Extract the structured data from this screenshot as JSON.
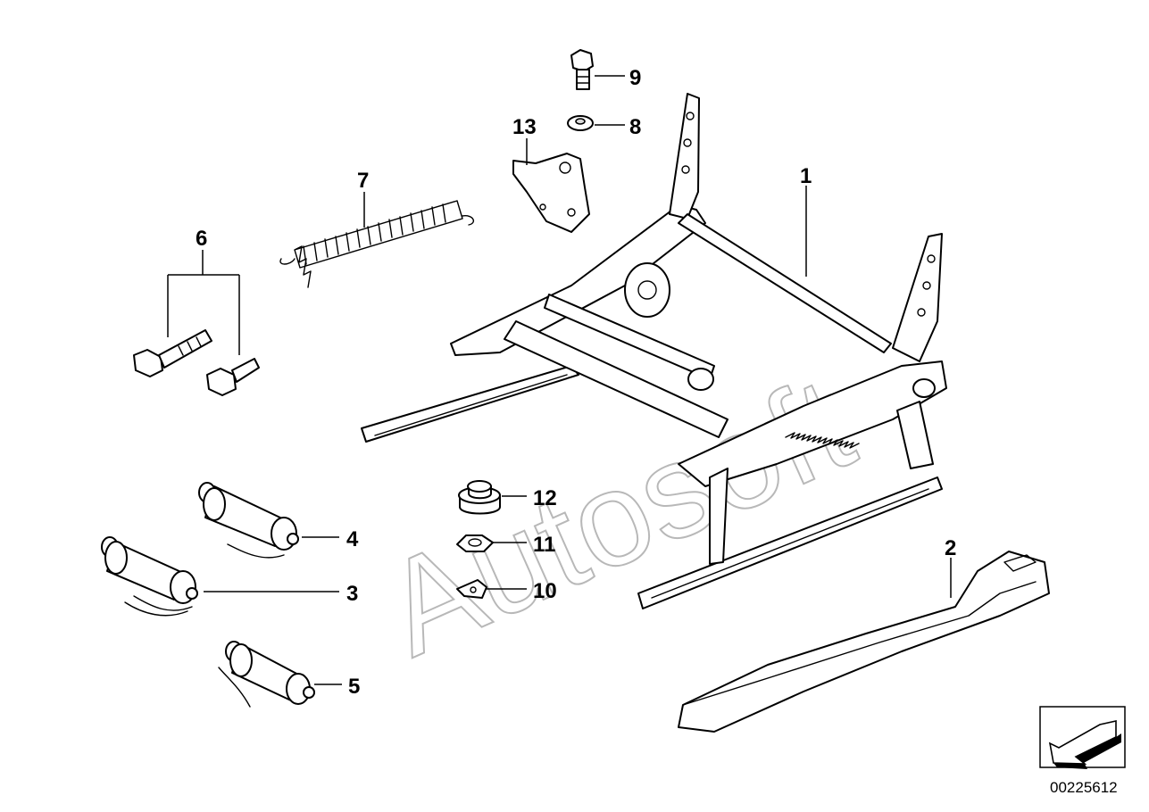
{
  "callouts": [
    {
      "id": "c1",
      "label": "1"
    },
    {
      "id": "c2",
      "label": "2"
    },
    {
      "id": "c3",
      "label": "3"
    },
    {
      "id": "c4",
      "label": "4"
    },
    {
      "id": "c5",
      "label": "5"
    },
    {
      "id": "c6",
      "label": "6"
    },
    {
      "id": "c7",
      "label": "7"
    },
    {
      "id": "c8",
      "label": "8"
    },
    {
      "id": "c9",
      "label": "9"
    },
    {
      "id": "c10",
      "label": "10"
    },
    {
      "id": "c11",
      "label": "11"
    },
    {
      "id": "c12",
      "label": "12"
    },
    {
      "id": "c13",
      "label": "13"
    }
  ],
  "watermark": "Autosoft",
  "document_number": "00225612",
  "icons": [
    "arrow-icon"
  ]
}
